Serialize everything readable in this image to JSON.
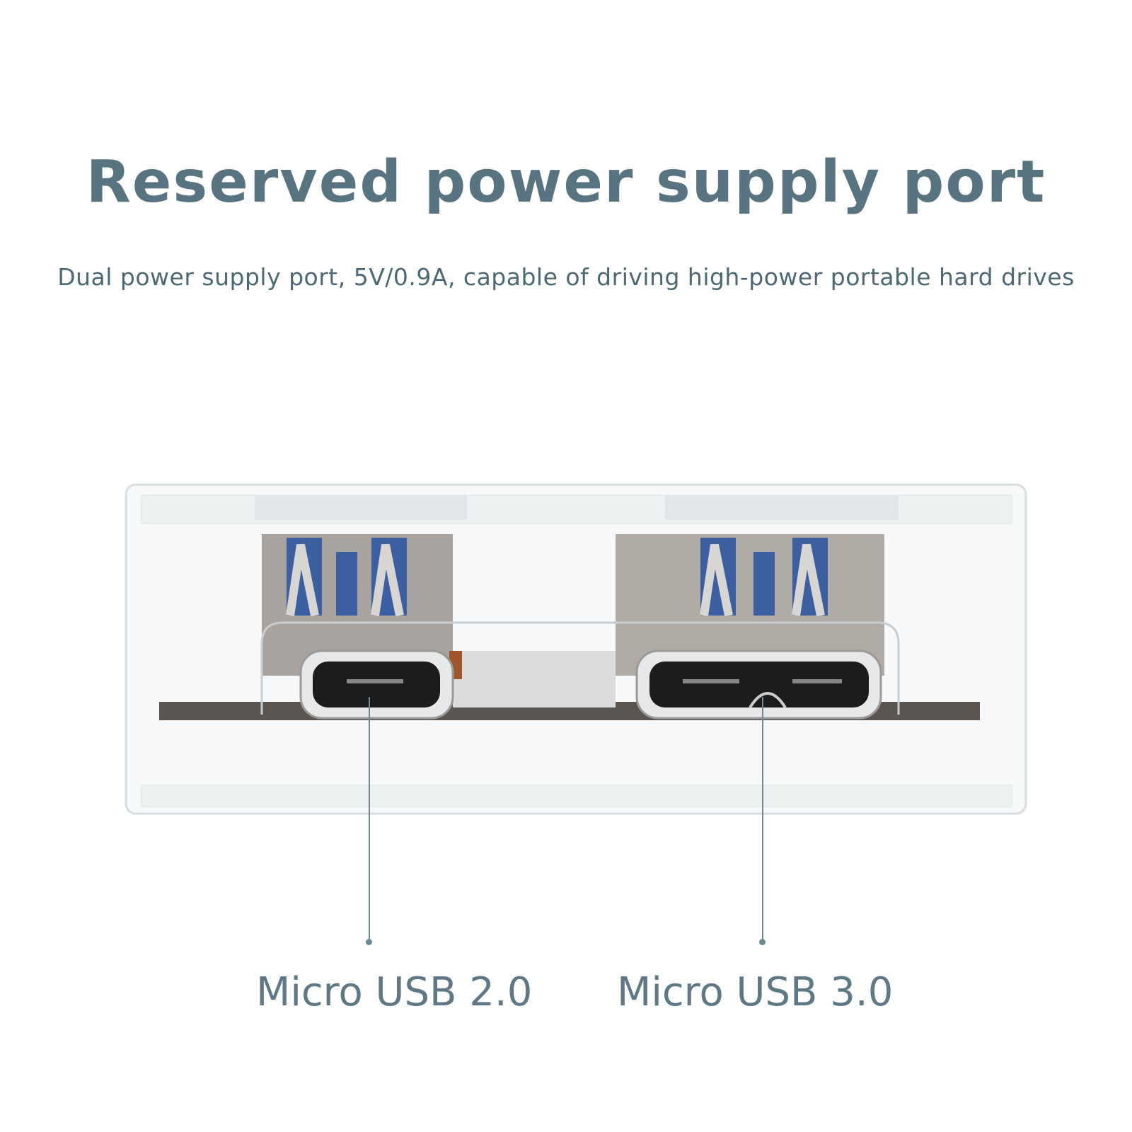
{
  "header": {
    "title": "Reserved power supply port",
    "subtitle": "Dual power supply port, 5V/0.9A, capable of driving high-power portable hard drives"
  },
  "callouts": [
    {
      "label": "Micro USB 2.0"
    },
    {
      "label": "Micro USB 3.0"
    }
  ],
  "colors": {
    "title": "#587480",
    "text": "#4d6875",
    "leader": "#6f8896"
  }
}
